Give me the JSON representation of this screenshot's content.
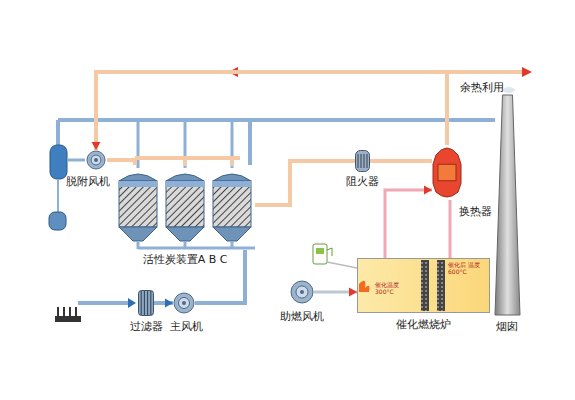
{
  "diagram": {
    "nodes": [
      {
        "text": [
          "脱附风机"
        ]
      },
      {
        "text": [
          "活性炭装置A B C"
        ]
      },
      {
        "text": [
          "过滤器"
        ]
      },
      {
        "text": [
          "主风机"
        ]
      },
      {
        "text": [
          "阻火器"
        ]
      },
      {
        "text": [
          "换热器"
        ]
      },
      {
        "text": [
          "烟囱"
        ]
      },
      {
        "text": [
          "助燃风机"
        ]
      },
      {
        "text": [
          "催化燃烧炉",
          "催化温度 300°C",
          "催化后 温度600°C"
        ]
      }
    ],
    "edges": [
      {
        "from": 2,
        "to": 3,
        "arrow": "to"
      },
      {
        "from": 3,
        "to": 1,
        "arrow": "none"
      },
      {
        "from": 1,
        "to": 6,
        "arrow": "none"
      },
      {
        "from": 0,
        "to": 1,
        "arrow": "none"
      },
      {
        "from": 1,
        "to": 4,
        "arrow": "none"
      },
      {
        "from": 4,
        "to": 5,
        "arrow": "none"
      },
      {
        "from": 5,
        "to": 8,
        "arrow": "none"
      },
      {
        "from": 8,
        "to": 5,
        "arrow": "to"
      },
      {
        "from": 7,
        "to": 8,
        "arrow": "to"
      },
      {
        "from": 5,
        "to": 0,
        "arrow": "to"
      }
    ],
    "labels": [
      "余热利用"
    ]
  }
}
